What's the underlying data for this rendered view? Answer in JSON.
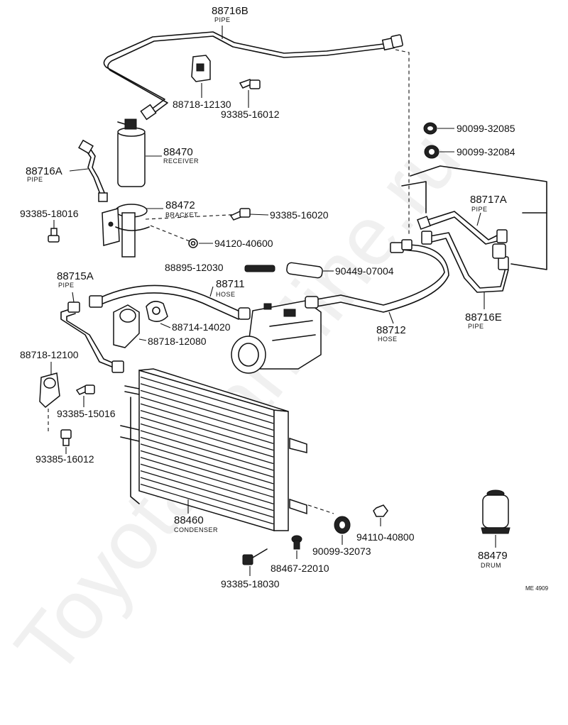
{
  "watermark": "ToyotaCarMine.ru",
  "figure_code": "ME 4909",
  "parts": {
    "p88716b": {
      "number": "88716B",
      "name": "PIPE"
    },
    "p88718_12130": {
      "number": "88718-12130"
    },
    "p93385_16012_top": {
      "number": "93385-16012"
    },
    "p90099_32085": {
      "number": "90099-32085"
    },
    "p90099_32084": {
      "number": "90099-32084"
    },
    "p88470": {
      "number": "88470",
      "name": "RECEIVER"
    },
    "p88716a": {
      "number": "88716A",
      "name": "PIPE"
    },
    "p88472": {
      "number": "88472",
      "name": "BRACKET"
    },
    "p93385_16020": {
      "number": "93385-16020"
    },
    "p93385_18016": {
      "number": "93385-18016"
    },
    "p94120_40600": {
      "number": "94120-40600"
    },
    "p88717a": {
      "number": "88717A",
      "name": "PIPE"
    },
    "p88895_12030": {
      "number": "88895-12030"
    },
    "p90449_07004": {
      "number": "90449-07004"
    },
    "p88715a": {
      "number": "88715A",
      "name": "PIPE"
    },
    "p88711": {
      "number": "88711",
      "name": "HOSE"
    },
    "p88714_14020": {
      "number": "88714-14020"
    },
    "p88718_12080": {
      "number": "88718-12080"
    },
    "p88712": {
      "number": "88712",
      "name": "HOSE"
    },
    "p88716e": {
      "number": "88716E",
      "name": "PIPE"
    },
    "p88718_12100": {
      "number": "88718-12100"
    },
    "p93385_15016": {
      "number": "93385-15016"
    },
    "p93385_16012_bottom": {
      "number": "93385-16012"
    },
    "p88460": {
      "number": "88460",
      "name": "CONDENSER"
    },
    "p94110_40800": {
      "number": "94110-40800"
    },
    "p90099_32073": {
      "number": "90099-32073"
    },
    "p88467_22010": {
      "number": "88467-22010"
    },
    "p93385_18030": {
      "number": "93385-18030"
    },
    "p88479": {
      "number": "88479",
      "name": "DRUM"
    }
  }
}
